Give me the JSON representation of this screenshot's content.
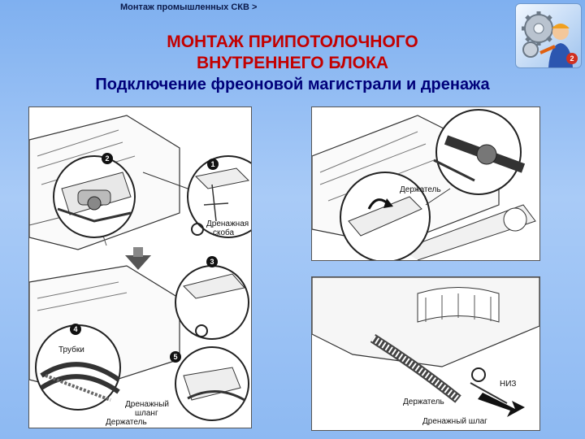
{
  "header": {
    "breadcrumb": "Монтаж промышленных СКВ >",
    "title_line1": "МОНТАЖ ПРИПОТОЛОЧНОГО",
    "title_line2": "ВНУТРЕННЕГО БЛОКА",
    "subtitle": "Подключение фреоновой магистрали и дренажа"
  },
  "logo": {
    "icon": "gears-worker-icon",
    "badge": "2"
  },
  "left_figure": {
    "steps": [
      "2",
      "1",
      "3",
      "4",
      "5"
    ],
    "labels": {
      "drain_bracket_line1": "Дренажная",
      "drain_bracket_line2": "скоба",
      "tubes": "Трубки",
      "drain_hose_line1": "Дренажный",
      "drain_hose_line2": "шланг",
      "holder": "Держатель"
    }
  },
  "right_top_figure": {
    "labels": {
      "holder": "Держатель"
    }
  },
  "right_bottom_figure": {
    "labels": {
      "down": "НИЗ",
      "holder": "Держатель",
      "drain_hose": "Дренажный шлаг"
    }
  },
  "colors": {
    "title": "#c30000",
    "subtitle": "#00007a",
    "background": "#9bc2f5"
  }
}
